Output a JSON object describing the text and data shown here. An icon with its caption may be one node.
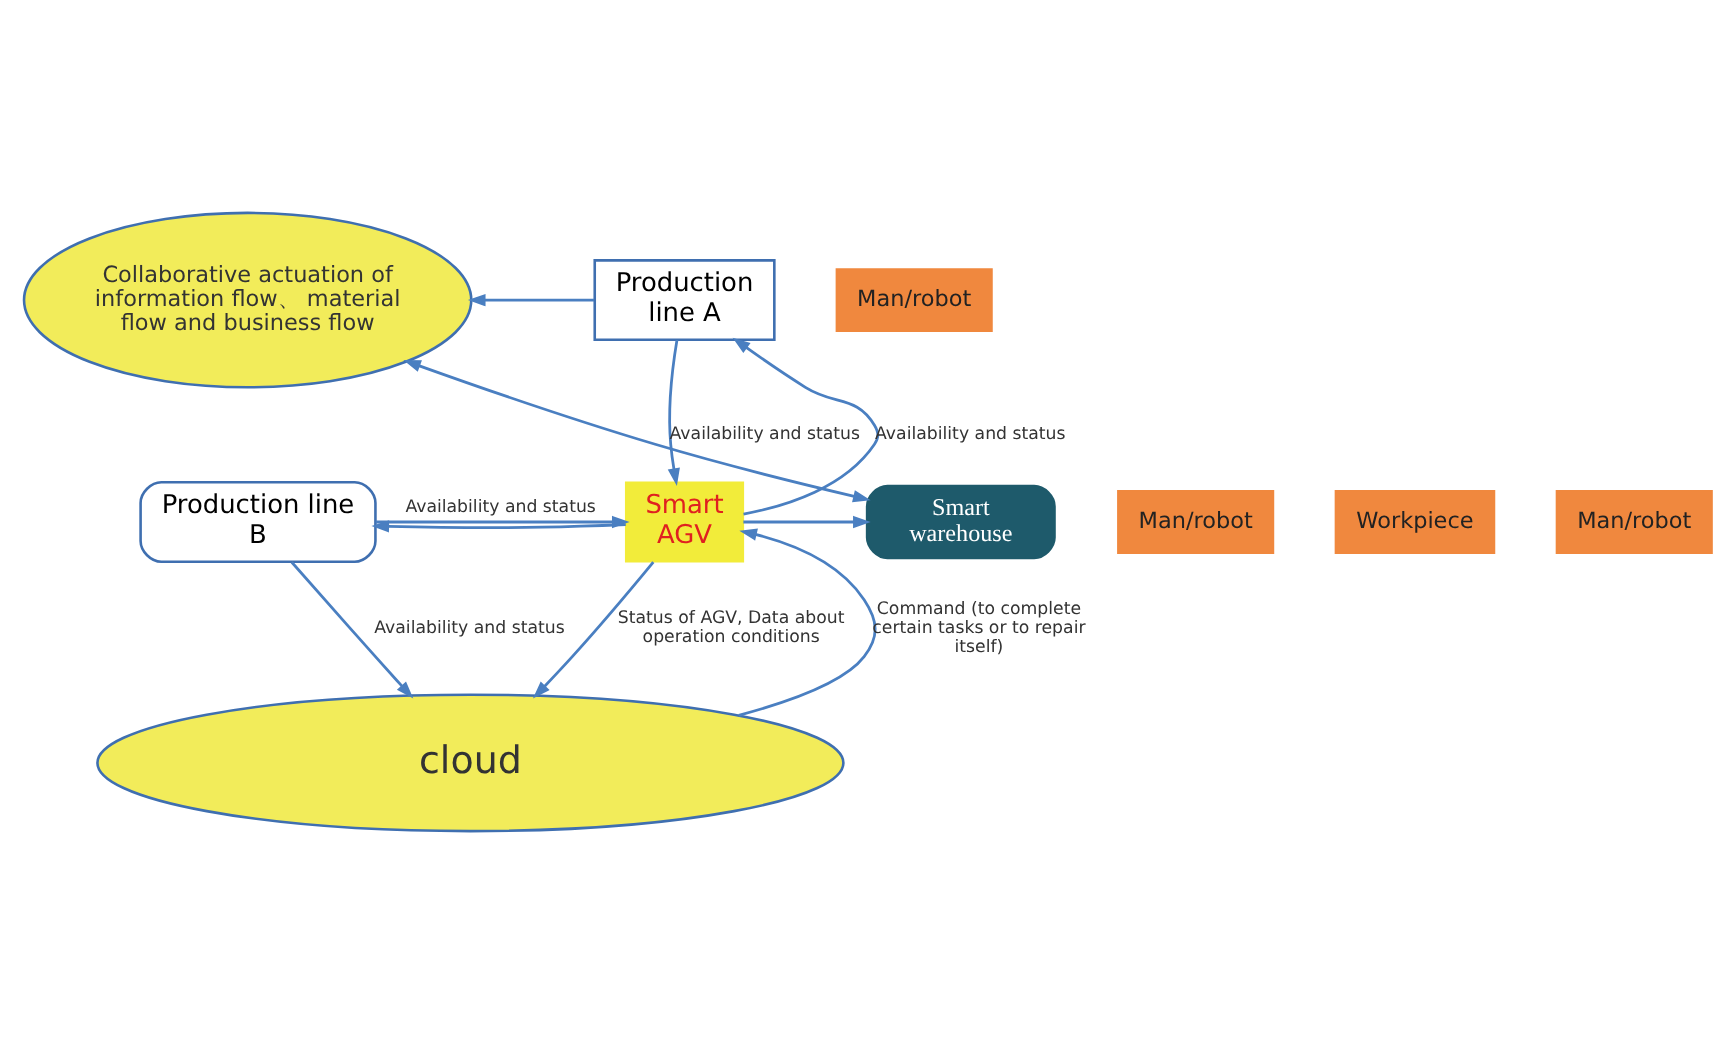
{
  "diagram": {
    "nodes": [
      {
        "text": [
          "Collaborative actuation of information flow、 material flow and business flow"
        ]
      },
      {
        "text": [
          "Man/robot"
        ]
      },
      {
        "text": [
          "Production line A"
        ]
      },
      {
        "text": [
          "Man/robot"
        ]
      },
      {
        "text": [
          "Smart warehouse"
        ]
      },
      {
        "text": [
          "Smart AGV"
        ]
      },
      {
        "text": [
          "Production line B"
        ]
      },
      {
        "text": [
          "Workpiece"
        ]
      },
      {
        "text": [
          "Man/robot"
        ]
      },
      {
        "text": [
          "cloud"
        ]
      }
    ],
    "edges": [
      {
        "from": 2,
        "to": 0,
        "arrow": "to"
      },
      {
        "from": 4,
        "to": 0,
        "arrow": "both"
      },
      {
        "from": 5,
        "to": 2,
        "arrow": "to",
        "label": "Availability and status"
      },
      {
        "from": 2,
        "to": 5,
        "arrow": "to",
        "label": "Availability and status"
      },
      {
        "from": 5,
        "to": 4,
        "arrow": "to"
      },
      {
        "from": 6,
        "to": 5,
        "arrow": "to",
        "label": "Availability and status"
      },
      {
        "from": 5,
        "to": 6,
        "arrow": "to"
      },
      {
        "from": 9,
        "to": 5,
        "arrow": "to",
        "label": "Command (to complete certain tasks or to repair itself)"
      },
      {
        "from": 5,
        "to": 9,
        "arrow": "to",
        "label": "Status of AGV, Data about operation conditions"
      },
      {
        "from": 6,
        "to": 9,
        "arrow": "to",
        "label": "Availability and status"
      }
    ]
  }
}
